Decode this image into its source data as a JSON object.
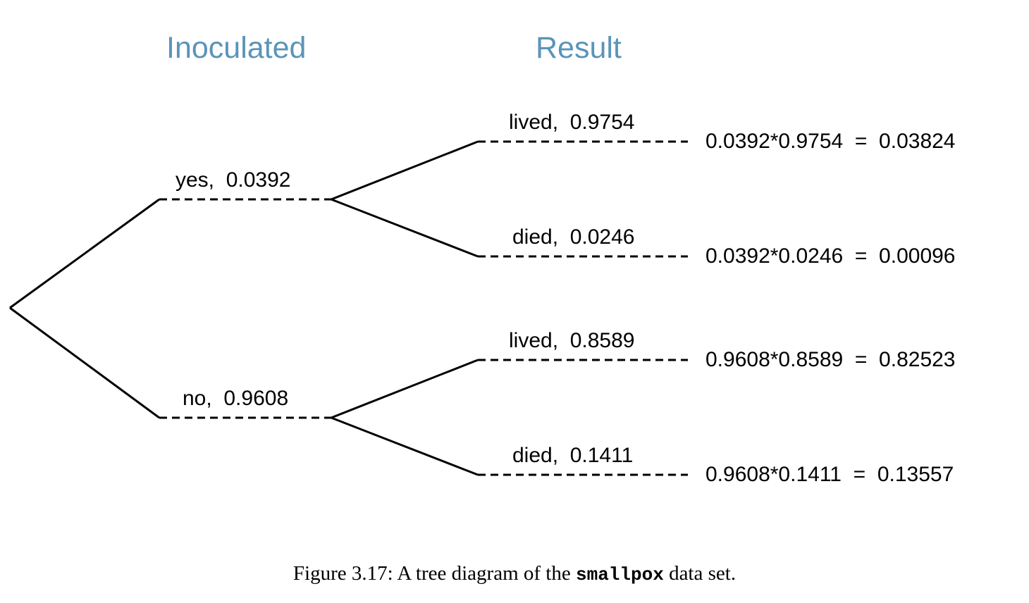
{
  "figure": {
    "caption_prefix": "Figure 3.17: A tree diagram of the ",
    "caption_mono": "smallpox",
    "caption_suffix": " data set."
  },
  "headers": {
    "level1": "Inoculated",
    "level2": "Result",
    "color": "#5b94b8"
  },
  "colors": {
    "header_blue": "#5b94b8",
    "line_black": "#000000",
    "background": "#ffffff"
  },
  "chart_data": {
    "type": "diagram",
    "diagram_kind": "probability-tree",
    "title": "A tree diagram of the smallpox data set",
    "levels": [
      "Inoculated",
      "Result"
    ],
    "nodes": [
      {
        "id": "yes",
        "level": 1,
        "label": "yes,  0.0392",
        "outcome": "yes",
        "probability": 0.0392,
        "children": [
          "yes-lived",
          "yes-died"
        ]
      },
      {
        "id": "no",
        "level": 1,
        "label": "no,  0.9608",
        "outcome": "no",
        "probability": 0.9608,
        "children": [
          "no-lived",
          "no-died"
        ]
      },
      {
        "id": "yes-lived",
        "level": 2,
        "label": "lived,  0.9754",
        "outcome": "lived",
        "probability": 0.9754,
        "joint_expression": "0.0392*0.9754  =  0.03824",
        "joint_probability": 0.03824
      },
      {
        "id": "yes-died",
        "level": 2,
        "label": "died,  0.0246",
        "outcome": "died",
        "probability": 0.0246,
        "joint_expression": "0.0392*0.0246  =  0.00096",
        "joint_probability": 0.00096
      },
      {
        "id": "no-lived",
        "level": 2,
        "label": "lived,  0.8589",
        "outcome": "lived",
        "probability": 0.8589,
        "joint_expression": "0.9608*0.8589  =  0.82523",
        "joint_probability": 0.82523
      },
      {
        "id": "no-died",
        "level": 2,
        "label": "died,  0.1411",
        "outcome": "died",
        "probability": 0.1411,
        "joint_expression": "0.9608*0.1411  =  0.13557",
        "joint_probability": 0.13557
      }
    ]
  },
  "labels": {
    "yes_branch": "yes,  0.0392",
    "no_branch": "no,  0.9608",
    "yes_lived": "lived,  0.9754",
    "yes_died": "died,  0.0246",
    "no_lived": "lived,  0.8589",
    "no_died": "died,  0.1411",
    "result_yes_lived": "0.0392*0.9754  =  0.03824",
    "result_yes_died": "0.0392*0.0246  =  0.00096",
    "result_no_lived": "0.9608*0.8589  =  0.82523",
    "result_no_died": "0.9608*0.1411  =  0.13557"
  }
}
